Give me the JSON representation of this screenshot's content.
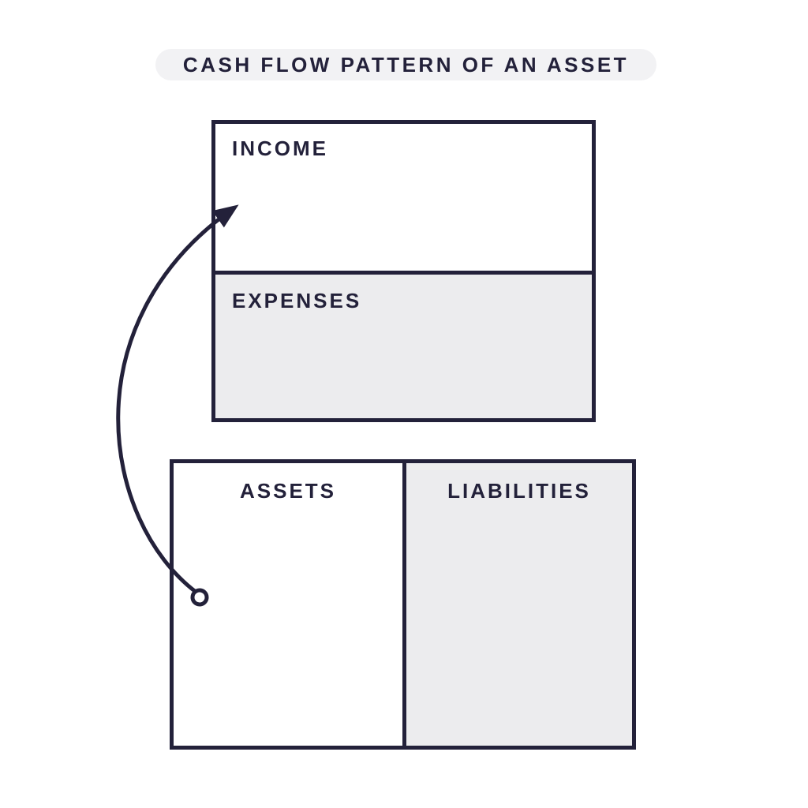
{
  "title": "CASH FLOW PATTERN OF AN ASSET",
  "income_statement": {
    "income_label": "INCOME",
    "expenses_label": "EXPENSES"
  },
  "balance_sheet": {
    "assets_label": "ASSETS",
    "liabilities_label": "LIABILITIES"
  },
  "icons": {
    "arrow": "curved-arrow-assets-to-income",
    "arrow_start": "open-circle-marker",
    "arrow_end": "solid-arrowhead"
  },
  "colors": {
    "ink": "#23213a",
    "panel_gray": "#ececee",
    "pill_gray": "#f2f2f4",
    "background": "#ffffff"
  }
}
